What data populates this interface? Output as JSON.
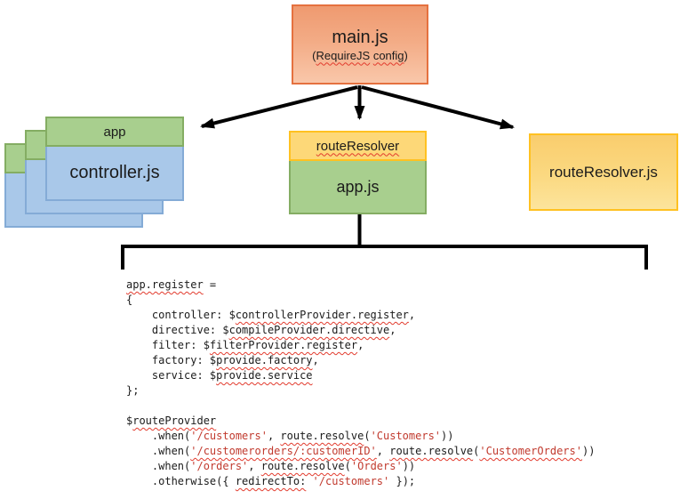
{
  "diagram": {
    "main_box": {
      "title": "main.js",
      "subtitle_parts": {
        "open": "(",
        "word1": "RequireJS",
        "space": " ",
        "word2": "config",
        "close": ")"
      }
    },
    "controller_stack": {
      "header": "app",
      "body": "controller.js"
    },
    "middle_box": {
      "header": "routeResolver",
      "body": "app.js"
    },
    "right_box": {
      "label": "routeResolver.js"
    }
  },
  "colors": {
    "main_fill_top": "#ef9a70",
    "main_fill_bottom": "#f9c7aa",
    "main_border": "#e5713f",
    "yellow_fill": "#fdd878",
    "yellow_border": "#ffc121",
    "green_fill": "#a8cf8e",
    "green_border": "#84ad63",
    "blue_fill": "#a9c8e9",
    "blue_border": "#84abd6",
    "code_red": "#c13a2e",
    "squiggle_red": "#e23b2e",
    "line_black": "#000000"
  },
  "code": {
    "lines": [
      [
        {
          "t": "app.register",
          "s": "w"
        },
        {
          "t": " =",
          "s": "p"
        }
      ],
      [
        {
          "t": "{",
          "s": "p"
        }
      ],
      [
        {
          "t": "    controller: $",
          "s": "p"
        },
        {
          "t": "controllerProvider.register",
          "s": "w"
        },
        {
          "t": ",",
          "s": "p"
        }
      ],
      [
        {
          "t": "    directive: $",
          "s": "p"
        },
        {
          "t": "compileProvider.directive",
          "s": "w"
        },
        {
          "t": ",",
          "s": "p"
        }
      ],
      [
        {
          "t": "    filter: $",
          "s": "p"
        },
        {
          "t": "filterProvider.register",
          "s": "w"
        },
        {
          "t": ",",
          "s": "p"
        }
      ],
      [
        {
          "t": "    factory: $",
          "s": "p"
        },
        {
          "t": "provide.factory",
          "s": "w"
        },
        {
          "t": ",",
          "s": "p"
        }
      ],
      [
        {
          "t": "    service: $",
          "s": "p"
        },
        {
          "t": "provide.service",
          "s": "w"
        }
      ],
      [
        {
          "t": "};",
          "s": "p"
        }
      ],
      [],
      [
        {
          "t": "$",
          "s": "p"
        },
        {
          "t": "routeProvider",
          "s": "w"
        }
      ],
      [
        {
          "t": "    .when(",
          "s": "p"
        },
        {
          "t": "'/customers'",
          "s": "r"
        },
        {
          "t": ", ",
          "s": "p"
        },
        {
          "t": "route.resolve",
          "s": "w"
        },
        {
          "t": "(",
          "s": "p"
        },
        {
          "t": "'Customers'",
          "s": "r"
        },
        {
          "t": "))",
          "s": "p"
        }
      ],
      [
        {
          "t": "    .when(",
          "s": "p"
        },
        {
          "t": "'/customerorders/:customerID'",
          "s": "rw"
        },
        {
          "t": ", ",
          "s": "p"
        },
        {
          "t": "route.resolve",
          "s": "w"
        },
        {
          "t": "(",
          "s": "p"
        },
        {
          "t": "'CustomerOrders'",
          "s": "rw"
        },
        {
          "t": "))",
          "s": "p"
        }
      ],
      [
        {
          "t": "    .when(",
          "s": "p"
        },
        {
          "t": "'/orders'",
          "s": "r"
        },
        {
          "t": ", ",
          "s": "p"
        },
        {
          "t": "route.resolve",
          "s": "w"
        },
        {
          "t": "(",
          "s": "p"
        },
        {
          "t": "'Orders'",
          "s": "r"
        },
        {
          "t": "))",
          "s": "p"
        }
      ],
      [
        {
          "t": "    .otherwise({ ",
          "s": "p"
        },
        {
          "t": "redirectTo:",
          "s": "w"
        },
        {
          "t": " ",
          "s": "p"
        },
        {
          "t": "'/customers'",
          "s": "r"
        },
        {
          "t": " });",
          "s": "p"
        }
      ]
    ]
  }
}
